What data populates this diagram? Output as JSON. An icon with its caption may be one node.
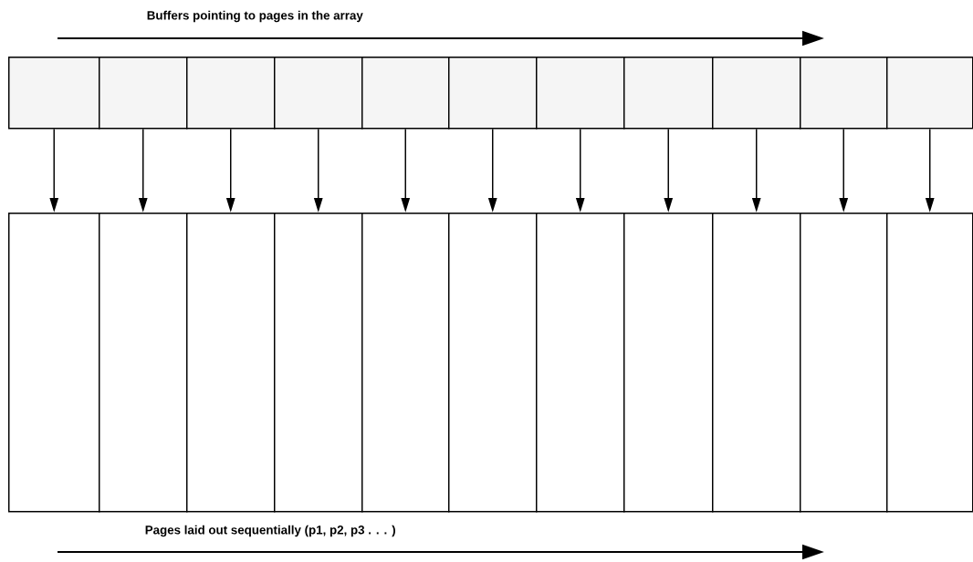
{
  "diagram": {
    "nodes": [
      {
        "text": [],
        "shape": "box"
      },
      {
        "text": [],
        "shape": "box"
      },
      {
        "text": [],
        "shape": "box"
      },
      {
        "text": [],
        "shape": "box"
      },
      {
        "text": [],
        "shape": "box"
      },
      {
        "text": [],
        "shape": "box"
      },
      {
        "text": [],
        "shape": "box"
      },
      {
        "text": [],
        "shape": "box"
      },
      {
        "text": [],
        "shape": "box"
      },
      {
        "text": [],
        "shape": "box"
      },
      {
        "text": [],
        "shape": "box"
      },
      {
        "text": [],
        "shape": "box"
      },
      {
        "text": [],
        "shape": "box"
      },
      {
        "text": [],
        "shape": "box"
      },
      {
        "text": [],
        "shape": "box"
      },
      {
        "text": [],
        "shape": "box"
      },
      {
        "text": [],
        "shape": "box"
      },
      {
        "text": [],
        "shape": "box"
      },
      {
        "text": [],
        "shape": "box"
      },
      {
        "text": [],
        "shape": "box"
      },
      {
        "text": [],
        "shape": "box"
      },
      {
        "text": [],
        "shape": "box"
      }
    ],
    "edges": [
      {
        "from": 0,
        "to": 11,
        "arrow": "to"
      },
      {
        "from": 1,
        "to": 12,
        "arrow": "to"
      },
      {
        "from": 2,
        "to": 13,
        "arrow": "to"
      },
      {
        "from": 3,
        "to": 14,
        "arrow": "to"
      },
      {
        "from": 4,
        "to": 15,
        "arrow": "to"
      },
      {
        "from": 5,
        "to": 16,
        "arrow": "to"
      },
      {
        "from": 6,
        "to": 17,
        "arrow": "to"
      },
      {
        "from": 7,
        "to": 18,
        "arrow": "to"
      },
      {
        "from": 8,
        "to": 19,
        "arrow": "to"
      },
      {
        "from": 9,
        "to": 20,
        "arrow": "to"
      },
      {
        "from": 10,
        "to": 21,
        "arrow": "to"
      }
    ],
    "labels": [
      "Buffers pointing to pages in the array",
      "Pages laid out sequentially (p1, p2, p3 . . . )"
    ]
  }
}
